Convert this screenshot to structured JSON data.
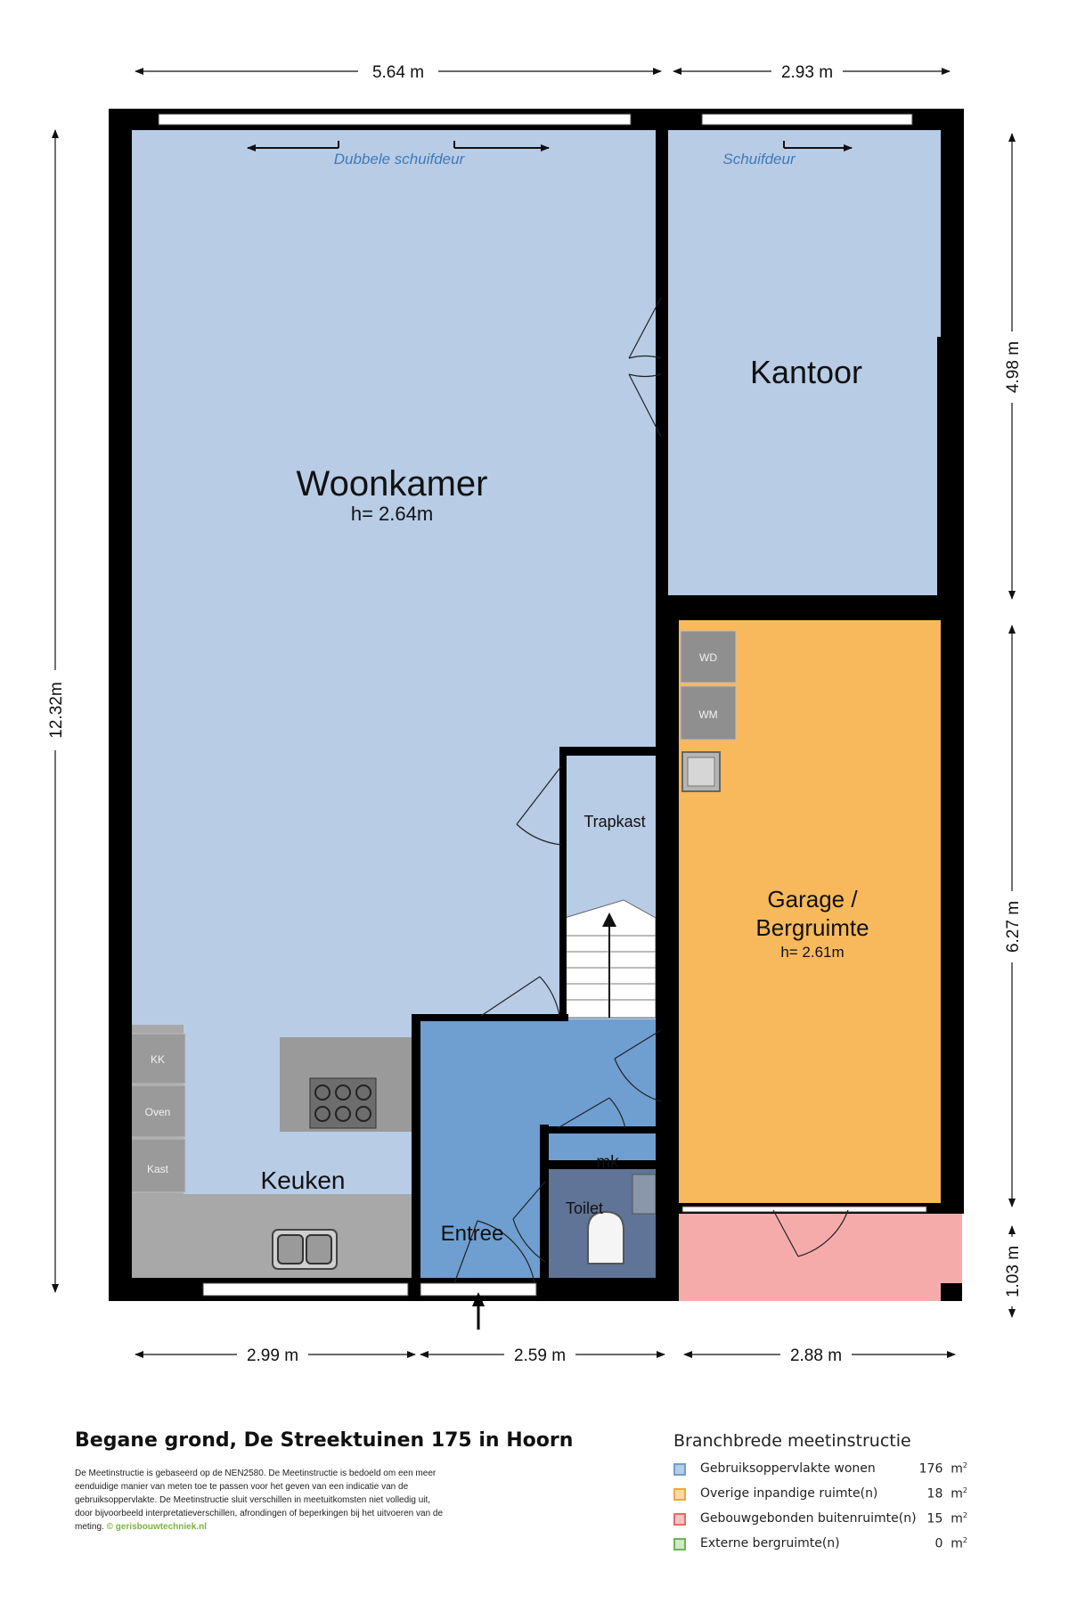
{
  "dimensions": {
    "top_left": "5.64 m",
    "top_right": "2.93 m",
    "left_total": "12.32m",
    "right_upper": "4.98 m",
    "right_middle": "6.27 m",
    "right_lower": "1.03 m",
    "bottom_left": "2.99 m",
    "bottom_middle": "2.59 m",
    "bottom_right": "2.88 m"
  },
  "doors": {
    "double_sliding": "Dubbele schuifdeur",
    "sliding": "Schuifdeur"
  },
  "rooms": {
    "woonkamer": {
      "name": "Woonkamer",
      "height": "h= 2.64m"
    },
    "kantoor": {
      "name": "Kantoor"
    },
    "garage": {
      "name_line1": "Garage /",
      "name_line2": "Bergruimte",
      "height": "h= 2.61m"
    },
    "trapkast": {
      "name": "Trapkast"
    },
    "keuken": {
      "name": "Keuken"
    },
    "entree": {
      "name": "Entree"
    },
    "mk": {
      "name": "mk"
    },
    "toilet": {
      "name": "Toilet"
    }
  },
  "appliances": {
    "wd": "WD",
    "wm": "WM",
    "kk": "KK",
    "oven": "Oven",
    "kast": "Kast"
  },
  "colors": {
    "wall": "#000000",
    "woon": "#b8cce6",
    "entree": "#6f9fd1",
    "garage": "#f8b95c",
    "buiten": "#f6abab",
    "toilet": "#5f7496",
    "appliance": "#9a9a9a"
  },
  "footer": {
    "title": "Begane grond, De Streektuinen 175 in Hoorn",
    "disclaimer": "De Meetinstructie is gebaseerd op de NEN2580. De Meetinstructie is bedoeld om een meer eenduidige manier van meten toe te passen voor het geven van een indicatie van de gebruiksoppervlakte. De Meetinstructie sluit verschillen in meetuitkomsten niet volledig uit, door bijvoorbeeld interpretatieverschillen, afrondingen of beperkingen bij het uitvoeren van de meting.",
    "credit": "© gerisbouwtechniek.nl"
  },
  "legend": {
    "title": "Branchbrede meetinstructie",
    "items": [
      {
        "label": "Gebruiksoppervlakte wonen",
        "value": "176",
        "unit": "m",
        "sup": "2",
        "color": "#b8cce6",
        "border": "#6f9fd1"
      },
      {
        "label": "Overige inpandige ruimte(n)",
        "value": "18",
        "unit": "m",
        "sup": "2",
        "color": "#f8d9a8",
        "border": "#f0a840"
      },
      {
        "label": "Gebouwgebonden buitenruimte(n)",
        "value": "15",
        "unit": "m",
        "sup": "2",
        "color": "#f6c4c4",
        "border": "#e26b6b"
      },
      {
        "label": "Externe bergruimte(n)",
        "value": "0",
        "unit": "m",
        "sup": "2",
        "color": "#cfe9c4",
        "border": "#6db35a"
      }
    ]
  }
}
